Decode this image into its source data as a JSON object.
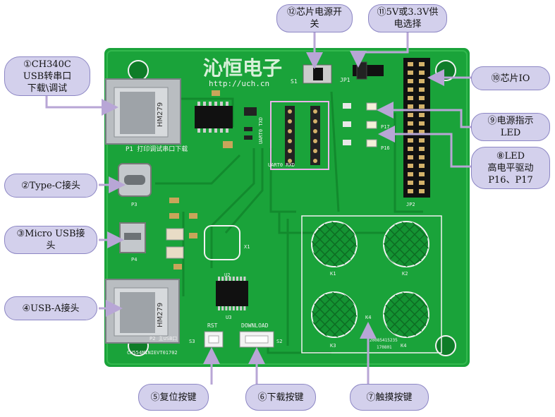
{
  "callouts": {
    "ch340c": "①CH340C\nUSB转串口\n下载\\调试",
    "typec": "②Type-C接头",
    "microusb": "③Micro USB接\n头",
    "usba": "④USB-A接头",
    "reset": "⑤复位按键",
    "download": "⑥下载按键",
    "touch": "⑦触摸按键",
    "led_drive": "⑧LED\n高电平驱动\nP16、P17",
    "power_led": "⑨电源指示\nLED",
    "chip_io": "⑩芯片IO",
    "voltage_select": "⑪5V或3.3V供\n电选择",
    "power_switch": "⑫芯片电源开\n关"
  },
  "board": {
    "logo": "沁恒电子",
    "url": "http://uch.cn",
    "silk_p1": "P1 打印调试串口下载",
    "silk_p2": "P2 主USB口",
    "silk_model": "CH554MINIEVT01702",
    "silk_rst": "RST",
    "silk_download": "DOWNLOAD",
    "silk_x1": "X1",
    "silk_u2": "U2",
    "silk_u3": "U3",
    "silk_s1": "S1",
    "silk_s2": "S2",
    "silk_s3": "S3",
    "silk_p3": "P3",
    "silk_p4": "P4",
    "silk_jp1": "JP1",
    "silk_jp2": "JP2",
    "silk_k1": "K1",
    "silk_k2": "K2",
    "silk_k3": "K3",
    "silk_k4": "K4",
    "silk_date": "20085415235",
    "silk_code": "170801",
    "silk_p17": "P17",
    "silk_p16": "P16",
    "silk_uart_rxd": "UART0 RXD",
    "silk_uart_txd": "UART0 TXD",
    "usb_a_marking": "HM279",
    "colors": {
      "pcb": "#1aa33a",
      "pcb_dark": "#0f7f2a",
      "trace": "#148a30",
      "silk": "#f2f2f2",
      "callout_fill": "#d3d0ec",
      "callout_border": "#8c86c4",
      "arrow": "#b8a6d6"
    }
  }
}
